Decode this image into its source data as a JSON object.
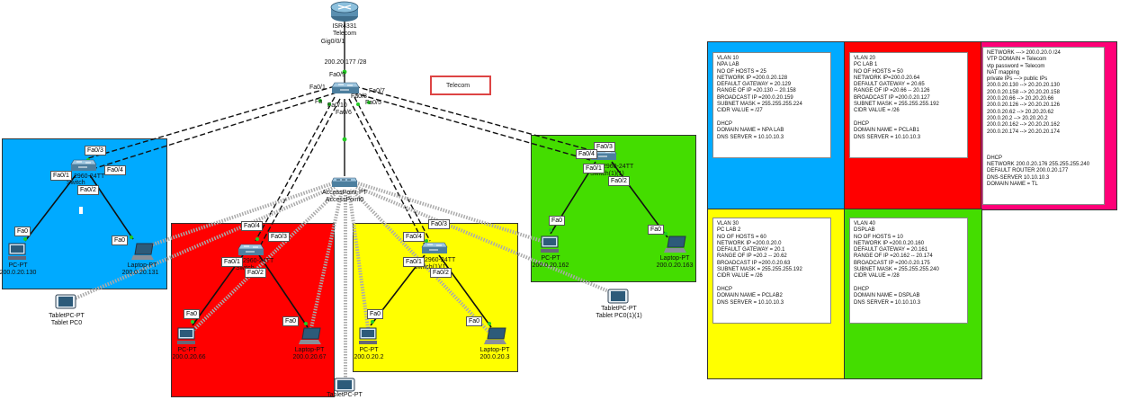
{
  "colors": {
    "blue": "#00aaff",
    "red": "#ff0000",
    "yellow": "#ffff00",
    "green": "#44dd00",
    "pink": "#ff0077",
    "link": "#111111",
    "wireless": "#aaaaaa"
  },
  "router": {
    "model": "ISR4331",
    "name": "Telecom",
    "port": "Gig0/0/1",
    "ip": "200.20.177 /28"
  },
  "core_switch": {
    "ports": {
      "fa09": "Fa0/9",
      "fa01": "Fa0/1",
      "fa08": "Fa0/8",
      "fa07": "Fa0/7",
      "fa010": "Fa0/10",
      "fa05": "Fa0/5",
      "fa06": "Fa0/6",
      "fa": "Fa",
      "fa03": "0/3"
    }
  },
  "telecom_label": "Telecom",
  "access_point": {
    "model": "AccessPoint-PT",
    "name": "AccessPoint0"
  },
  "blue": {
    "switch": {
      "model": "2960-24TT",
      "name": "Switch"
    },
    "ports": {
      "fa03": "Fa0/3",
      "fa04": "Fa0/4",
      "fa01": "Fa0/1",
      "fa02": "Fa0/2",
      "pc_fa0": "Fa0",
      "lap_fa0": "Fa0"
    },
    "pc": {
      "model": "PC-PT",
      "ip": "200.0.20.130"
    },
    "laptop": {
      "model": "Laptop-PT",
      "ip": "200.0.20.131"
    },
    "tablet": {
      "model": "TabletPC-PT",
      "name": "Tablet PC0"
    }
  },
  "red": {
    "switch": {
      "model": "2960-24TT",
      "name": "Switch"
    },
    "ports": {
      "fa04": "Fa0/4",
      "fa03": "Fa0/3",
      "fa01": "Fa0/1",
      "fa02": "Fa0/2",
      "pc_fa0": "Fa0",
      "lap_fa0": "Fa0"
    },
    "pc": {
      "model": "PC-PT",
      "ip": "200.0.20.66"
    },
    "laptop": {
      "model": "Laptop-PT",
      "ip": "200.0.20.67"
    }
  },
  "yellow": {
    "switch": {
      "model": "2960-24TT",
      "name": "Switch(1)(1)"
    },
    "ports": {
      "fa04": "Fa0/4",
      "fa03": "Fa0/3",
      "fa01": "Fa0/1",
      "fa02": "Fa0/2",
      "pc_fa0": "Fa0",
      "lap_fa0": "Fa0"
    },
    "pc": {
      "model": "PC-PT",
      "ip": "200.0.20.2"
    },
    "laptop": {
      "model": "Laptop-PT",
      "ip": "200.0.20.3"
    },
    "tablet": {
      "model": "TabletPC-PT"
    }
  },
  "green": {
    "switch": {
      "model": "2960-24TT",
      "name": "Switch(1)(1)"
    },
    "ports": {
      "fa03": "Fa0/3",
      "fa04": "Fa0/4",
      "fa01": "Fa0/1",
      "fa02": "Fa0/2",
      "pc_fa0": "Fa0",
      "lap_fa0": "Fa0"
    },
    "pc": {
      "model": "PC-PT",
      "ip": "200.0.20.162"
    },
    "laptop": {
      "model": "Laptop-PT",
      "ip": "200.0.20.163"
    },
    "tablet": {
      "model": "TabletPC-PT",
      "name": "Tablet PC0(1)(1)"
    }
  },
  "notes": {
    "vlan10": [
      "VLAN 10",
      "NPA LAB",
      "NO OF HOSTS = 25",
      "NETWORK IP =200.0.20.128",
      "DEFAULT GATEWAY = 20.129",
      "RANGE OF IP =20.130 -- 20.158",
      "BROADCAST IP =200.0.20.159",
      "SUBNET MASK = 255.255.255.224",
      "CIDR VALUE = /27",
      "",
      "DHCP",
      "DOMAIN NAME = NPA LAB",
      "DNS SERVER = 10.10.10.3"
    ],
    "vlan20": [
      "VLAN 20",
      "PC LAB 1",
      "NO OF HOSTS = 50",
      "NETWORK IP=200.0.20.64",
      "DEFAULT GATEWAY = 20.65",
      "RANGE OF IP =20.66 -- 20.126",
      "BROADCAST IP =200.0.20.127",
      "SUBNET MASK = 255.255.255.192",
      "CIDR VALUE = /26",
      "",
      "DHCP",
      "DOMAIN NAME = PCLAB1",
      "DNS SERVER = 10.10.10.3"
    ],
    "network": [
      "NETWORK ---> 200.0.20.0 /24",
      "VTP DOMAIN = Telecom",
      "vtp password = Telecom",
      "NAT mapping",
      "private IPs ---> public IPs",
      "200.0.20.130 --> 20.20.20.130",
      "200.0.20.158 --> 20.20.20.158",
      "200.0.20.66 --> 20.20.20.66",
      "200.0.20.126 --> 20.20.20.126",
      "200.0.20.62 --> 20.20.20.62",
      "200.0.20.2 --> 20.20.20.2",
      "200.0.20.162 --> 20.20.20.162",
      "200.0.20.174 --> 20.20.20.174",
      "",
      "",
      "",
      "DHCP",
      "NETWORK 200.0.20.176 255.255.255.240",
      "DEFAULT ROUTER 200.0.20.177",
      "DNS-SERVER 10.10.10.3",
      "DOMAIN NAME = TL"
    ],
    "vlan30": [
      "VLAN 30",
      "PC LAB 2",
      "NO OF HOSTS = 60",
      "NETWORK IP =200.0.20.0",
      "DEFAULT GATEWAY = 20.1",
      "RANGE OF IP =20.2 -- 20.62",
      "BROADCAST IP =200.0.20.63",
      "SUBNET MASK = 255.255.255.192",
      "CIDR VALUE = /26",
      "",
      "DHCP",
      "DOMAIN NAME = PCLAB2",
      "DNS SERVER = 10.10.10.3"
    ],
    "vlan40": [
      "VLAN 40",
      "DSPLAB",
      "NO OF HOSTS = 10",
      "NETWORK IP =200.0.20.160",
      "DEFAULT GATEWAY = 20.161",
      "RANGE OF IP =20.162 -- 20.174",
      "BROADCAST IP =200.0.20.175",
      "SUBNET MASK = 255.255.255.240",
      "CIDR VALUE = /28",
      "",
      "DHCP",
      "DOMAIN NAME = DSPLAB",
      "DNS SERVER = 10.10.10.3"
    ]
  },
  "bottom_tablet": {
    "model": "TabletPC-PT"
  }
}
